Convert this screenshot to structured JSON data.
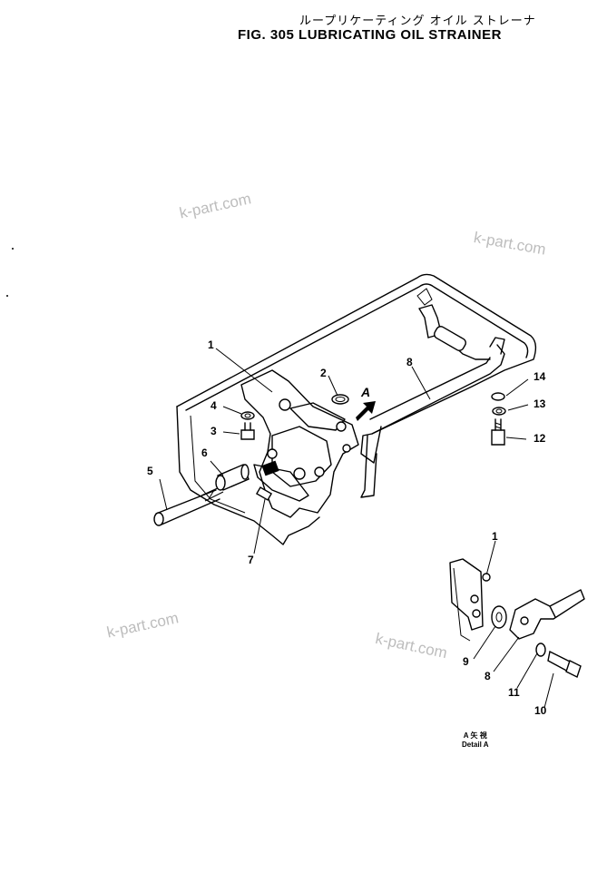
{
  "title": {
    "japanese": "ループリケーティング オイル ストレーナ",
    "english": "FIG. 305  LUBRICATING  OIL  STRAINER"
  },
  "watermarks": [
    "k-part.com",
    "k-part.com",
    "k-part.com",
    "k-part.com"
  ],
  "callouts": {
    "main": [
      "1",
      "2",
      "3",
      "4",
      "5",
      "6",
      "7",
      "8",
      "12",
      "13",
      "14"
    ],
    "detail": [
      "1",
      "8",
      "9",
      "10",
      "11"
    ]
  },
  "arrow_label": "A",
  "detail_caption": {
    "line1": "A 矢 視",
    "line2": "Detail  A"
  }
}
